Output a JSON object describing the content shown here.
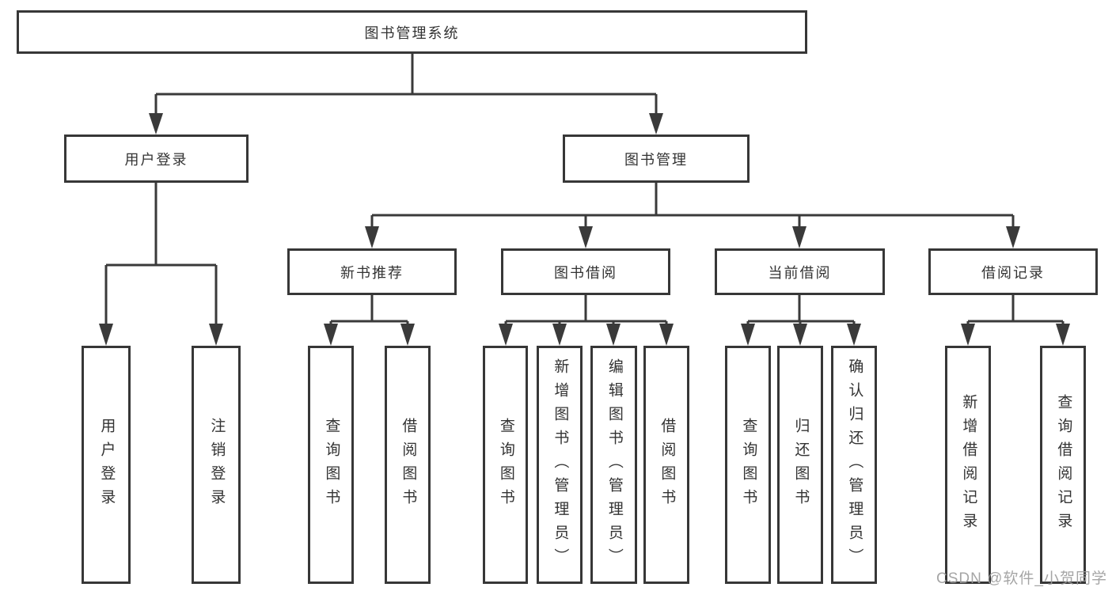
{
  "root": {
    "label": "图书管理系统"
  },
  "branches": {
    "user": {
      "label": "用户登录",
      "leaves": [
        "用户登录",
        "注销登录"
      ]
    },
    "books": {
      "label": "图书管理",
      "groups": [
        {
          "label": "新书推荐",
          "leaves": [
            "查询图书",
            "借阅图书"
          ]
        },
        {
          "label": "图书借阅",
          "leaves": [
            "查询图书",
            "新增图书（管理员）",
            "编辑图书（管理员）",
            "借阅图书"
          ]
        },
        {
          "label": "当前借阅",
          "leaves": [
            "查询图书",
            "归还图书",
            "确认归还（管理员）"
          ]
        },
        {
          "label": "借阅记录",
          "leaves": [
            "新增借阅记录",
            "查询借阅记录"
          ]
        }
      ]
    }
  },
  "watermark": {
    "text": "CSDN @软件_小贺同学"
  },
  "colors": {
    "line": "#3a3a3a",
    "border": "#373737",
    "text": "#333333",
    "watermark": "#9c9c9c",
    "background": "#ffffff"
  }
}
